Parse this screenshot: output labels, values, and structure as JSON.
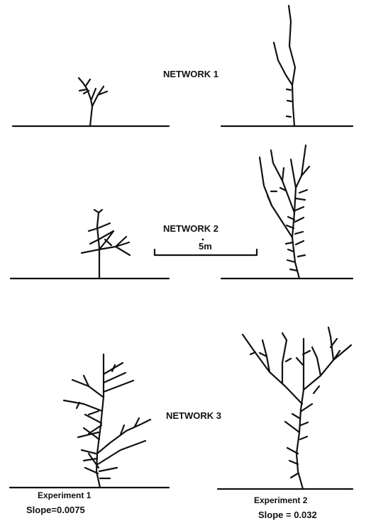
{
  "labels": {
    "network1": "NETWORK 1",
    "network2": "NETWORK 2",
    "network3": "NETWORK 3",
    "scale": "5m",
    "experiment1": "Experiment 1",
    "slope1": "Slope=0.0075",
    "experiment2": "Experiment 2",
    "slope2": "Slope = 0.032"
  },
  "colors": {
    "ink": "#111111",
    "background": "#ffffff"
  }
}
